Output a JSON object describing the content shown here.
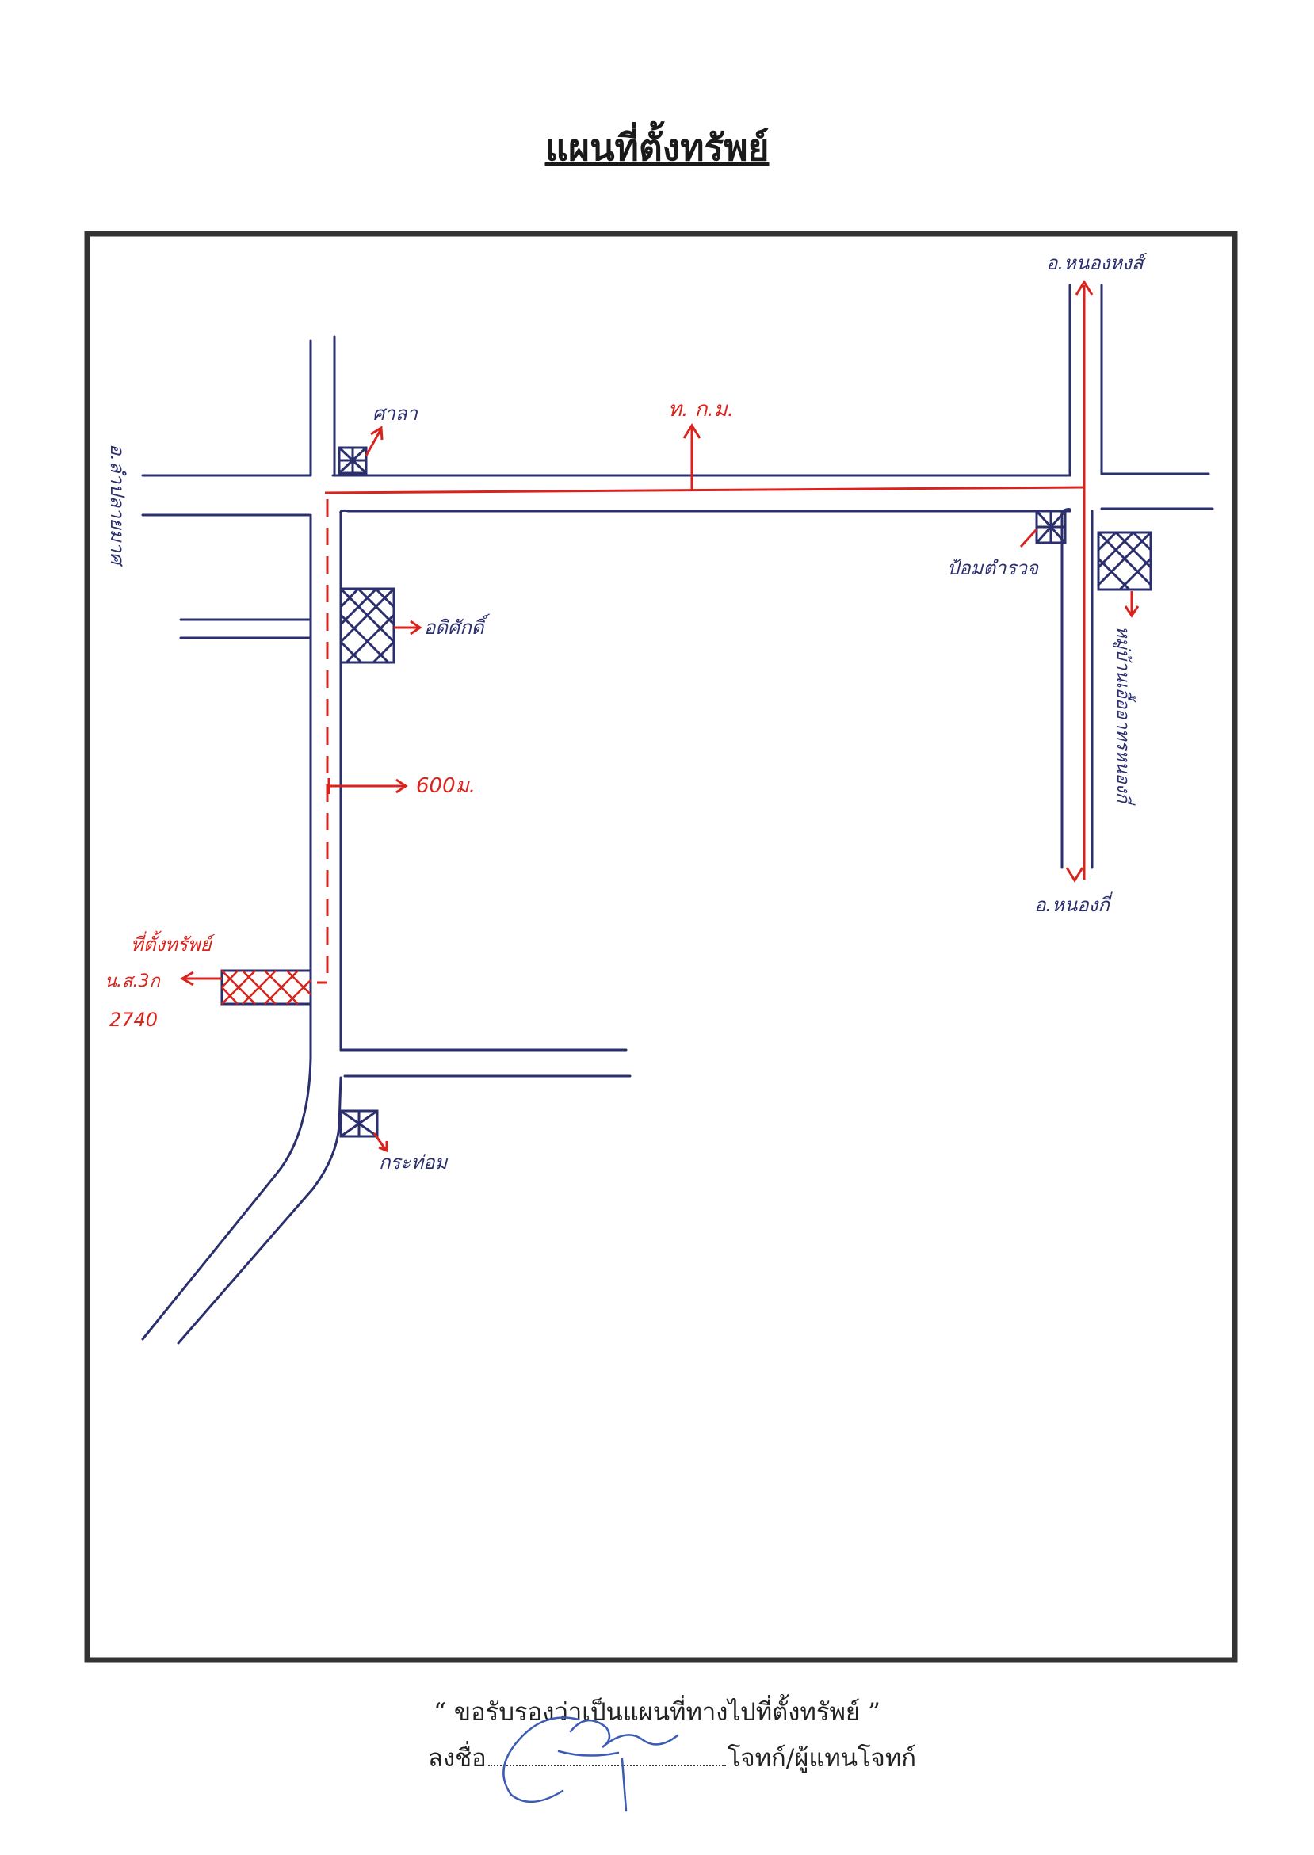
{
  "title": "แผนที่ตั้งทรัพย์",
  "map": {
    "labels": {
      "top_right_destination": "อ.หนองหงส์",
      "bottom_right_destination": "อ.หนองกี่",
      "left_destination": "อ.ลำปลายมาศ",
      "hall": "ศาลา",
      "highway": "ท. ก.ม.",
      "police_box": "ป้อมตำรวจ",
      "school": "อดิศักดิ์",
      "right_side_building": "หมู่บ้านเอื้ออาทรหนองกี่",
      "distance": "600ม.",
      "property": "ที่ตั้งทรัพย์",
      "deed_label": "น.ส.3ก",
      "deed_number": "2740",
      "water_tank": "กระท่อม"
    },
    "colors": {
      "road_lines": "#2b2f6e",
      "route": "#d9231c",
      "frame": "#333333"
    }
  },
  "certification": "“ ขอรับรองว่าเป็นแผนที่ทางไปที่ตั้งทรัพย์ ”",
  "signature": {
    "prefix": "ลงชื่อ",
    "suffix": "โจทก์/ผู้แทนโจทก์"
  }
}
